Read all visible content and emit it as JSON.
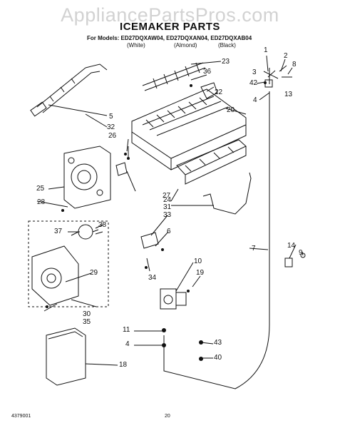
{
  "watermark": "AppliancePartsPros.com",
  "title": "ICEMAKER PARTS",
  "models_line": "For Models: ED27DQXAW04, ED27DQXAN04, ED27DQXAB04",
  "colors": [
    "(White)",
    "(Almond)",
    "(Black)"
  ],
  "callouts": {
    "c1": "1",
    "c2": "2",
    "c3": "3",
    "c4a": "4",
    "c4b": "4",
    "c5": "5",
    "c6": "6",
    "c7": "7",
    "c8": "8",
    "c10": "10",
    "c11": "11",
    "c13": "13",
    "c14": "14",
    "c9": "9",
    "c18": "18",
    "c19": "19",
    "c20": "20",
    "c22": "22",
    "c23": "23",
    "c24": "24",
    "c25": "25",
    "c26": "26",
    "c27": "27",
    "c28": "28",
    "c29": "29",
    "c30": "30",
    "c31": "31",
    "c32": "32",
    "c33": "33",
    "c34": "34",
    "c35": "35",
    "c36": "36",
    "c37": "37",
    "c38": "38",
    "c40": "40",
    "c42": "42",
    "c43": "43"
  },
  "footer_left": "4379001",
  "footer_page": "20"
}
